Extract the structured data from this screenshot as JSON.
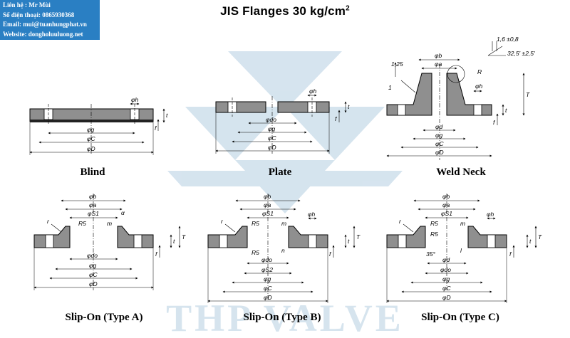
{
  "contact": {
    "lines": [
      "Liên hệ : Mr Mùi",
      "Số điện thoại: 0865930368",
      "Email: mui@tuanhungphat.vn",
      "Website: dongholuuluong.net"
    ]
  },
  "title": {
    "text": "JIS Flanges 30 kg/cm",
    "superscript": "2"
  },
  "watermark": {
    "text": "THP VALVE"
  },
  "flanges": [
    {
      "name": "Blind",
      "dims": {
        "h": "φh",
        "t": "t",
        "f": "f",
        "g": "φg",
        "C": "φC",
        "D": "φD"
      }
    },
    {
      "name": "Plate",
      "dims": {
        "h": "φh",
        "t": "t",
        "f": "f",
        "do": "φdo",
        "g": "φg",
        "C": "φC",
        "D": "φD"
      }
    },
    {
      "name": "Weld Neck",
      "dims": {
        "b": "φb",
        "a": "φa",
        "h": "φh",
        "t": "t",
        "f": "f",
        "T": "T",
        "R": "R",
        "d": "φd",
        "g": "φg",
        "C": "φC",
        "D": "φD",
        "neck_step": "1,25",
        "n1": "1",
        "bevel_gap": "1,6 ±0,8",
        "bevel_angle": "32,5' ±2,5'"
      }
    },
    {
      "name": "Slip-On (Type A)",
      "dims": {
        "b": "φb",
        "a": "φa",
        "S1": "φS1",
        "alpha": "α",
        "r": "r",
        "R5": "R5",
        "m": "m",
        "t": "t",
        "T": "T",
        "f": "f",
        "do": "φdo",
        "g": "φg",
        "C": "φC",
        "D": "φD"
      }
    },
    {
      "name": "Slip-On (Type B)",
      "dims": {
        "b": "φb",
        "a": "φa",
        "S1": "φS1",
        "h": "φh",
        "r": "r",
        "R5a": "R5",
        "R5b": "R5",
        "m": "m",
        "n": "n",
        "t": "t",
        "T": "T",
        "f": "f",
        "do": "φdo",
        "S2": "φS2",
        "g": "φg",
        "C": "φC",
        "D": "φD"
      }
    },
    {
      "name": "Slip-On (Type C)",
      "dims": {
        "b": "φb",
        "a": "φa",
        "S1": "φS1",
        "h": "φh",
        "r": "r",
        "R5a": "R5",
        "R5b": "R5",
        "m": "m",
        "l": "l",
        "angle": "35°",
        "t": "t",
        "T": "T",
        "f": "f",
        "d": "φd",
        "do": "φdo",
        "g": "φg",
        "C": "φC",
        "D": "φD"
      }
    }
  ],
  "colors": {
    "contact_bg": "#2a7fc3",
    "steel": "#8f8f8f",
    "steel_light": "#cfcfcf",
    "watermark": "#c8dbe9"
  }
}
